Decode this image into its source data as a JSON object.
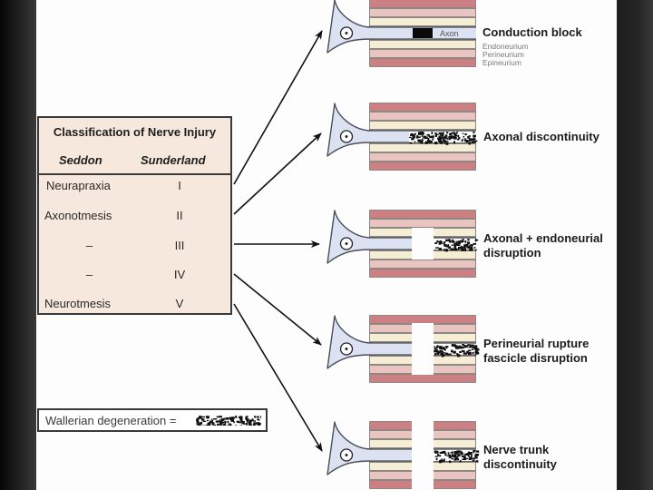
{
  "classification_table": {
    "title": "Classification of Nerve Injury",
    "headers": {
      "seddon": "Seddon",
      "sunderland": "Sunderland"
    },
    "rows": [
      {
        "seddon": "Neurapraxia",
        "sunderland": "I"
      },
      {
        "seddon": "Axonotmesis",
        "sunderland": "II"
      },
      {
        "seddon": "–",
        "sunderland": "III"
      },
      {
        "seddon": "–",
        "sunderland": "IV"
      },
      {
        "seddon": "Neurotmesis",
        "sunderland": "V"
      }
    ]
  },
  "legend": {
    "label": "Wallerian degeneration =",
    "swatch_icon": "degeneration-pattern"
  },
  "panels": [
    {
      "label_line1": "Conduction block",
      "label_line2": "",
      "axon_label": "Axon",
      "injury": "conduction-block",
      "sublabels": [
        "Endoneurium",
        "Perineurium",
        "Epineurium"
      ]
    },
    {
      "label_line1": "Axonal discontinuity",
      "label_line2": "",
      "injury": "axonal"
    },
    {
      "label_line1": "Axonal + endoneurial",
      "label_line2": "disruption",
      "injury": "endoneurial"
    },
    {
      "label_line1": "Perineurial rupture",
      "label_line2": "fascicle disruption",
      "injury": "perineurial"
    },
    {
      "label_line1": "Nerve trunk",
      "label_line2": "discontinuity",
      "injury": "trunk"
    }
  ],
  "colors": {
    "table_fill": "#f6e8dc",
    "epineurium": "#cc8084",
    "perineurium": "#e9c4c0",
    "endoneurium": "#f6eed4",
    "separator": "#8e8882",
    "axon": "#dde2f2",
    "neuron_outline": "#4a4e5a",
    "block": "#0a0a0a"
  }
}
